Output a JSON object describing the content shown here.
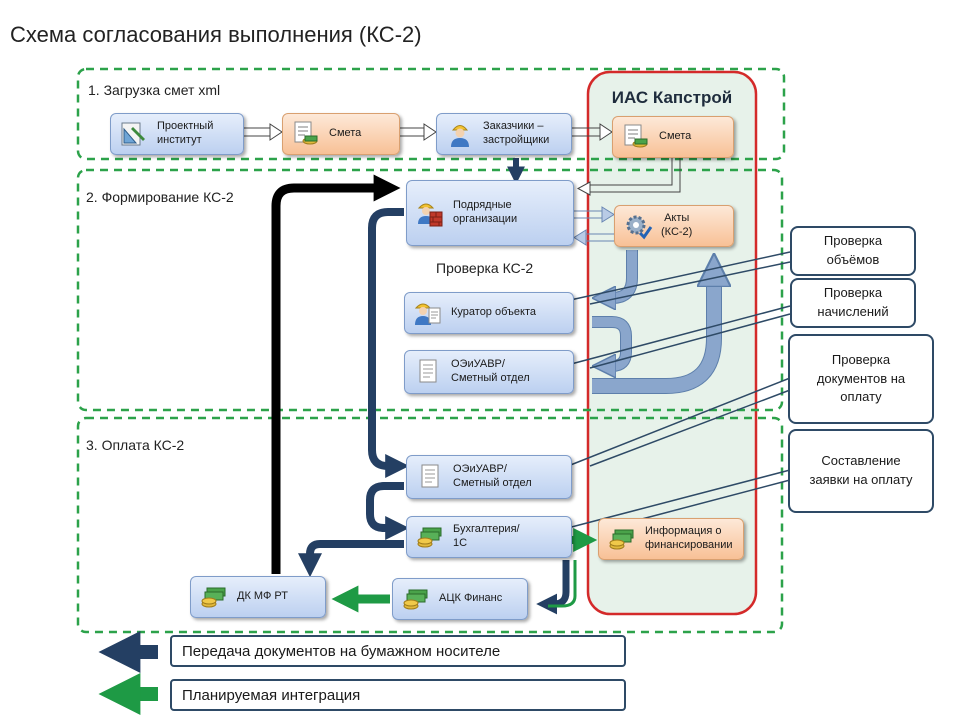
{
  "title": "Схема согласования выполнения (КС-2)",
  "stages": [
    {
      "label": "1. Загрузка смет xml"
    },
    {
      "label": "2. Формирование КС-2"
    },
    {
      "label": "3. Оплата КС-2"
    }
  ],
  "ias": {
    "title": "ИАС Капстрой"
  },
  "check_label": "Проверка КС-2",
  "nodes": {
    "design_institute": {
      "label": "Проектный\nинститут",
      "icon": "design-icon"
    },
    "estimate_1": {
      "label": "Смета",
      "icon": "document-money-icon"
    },
    "customers": {
      "label": "Заказчики –\nзастройщики",
      "icon": "worker-icon"
    },
    "estimate_2": {
      "label": "Смета",
      "icon": "document-money-icon"
    },
    "contractors": {
      "label": "Подрядные\nорганизации",
      "icon": "worker-bricks-icon"
    },
    "acts": {
      "label": "Акты\n(КС-2)",
      "icon": "gear-check-icon"
    },
    "curator": {
      "label": "Куратор объекта",
      "icon": "worker-document-icon"
    },
    "oeiuavr_1": {
      "label": "ОЭиУАВР/\nСметный  отдел",
      "icon": "document-icon"
    },
    "oeiuavr_2": {
      "label": "ОЭиУАВР/\nСметный  отдел",
      "icon": "document-icon"
    },
    "accounting": {
      "label": "Бухгалтерия/\n1С",
      "icon": "money-icon"
    },
    "funding_info": {
      "label": "Информация о\nфинансировании",
      "icon": "money-icon"
    },
    "dk_mf_rt": {
      "label": "ДК МФ РТ",
      "icon": "money-icon"
    },
    "ack_finance": {
      "label": "АЦК Финанс",
      "icon": "money-icon"
    }
  },
  "callouts": {
    "volumes": "Проверка\nобъёмов",
    "charges": "Проверка\nначислений",
    "payment_docs": "Проверка\nдокументов на\nоплату",
    "payment_request": "Составление\nзаявки на оплату"
  },
  "legend": {
    "paper": "Передача документов на бумажном носителе",
    "planned": "Планируемая интеграция"
  },
  "colors": {
    "stage_border": "#2ca24a",
    "ias_border": "#d42a2a",
    "ias_fill": "#e7f2ea",
    "paper_arrow": "#243f63",
    "integration_arrow": "#1e9a45",
    "flow_arrow": "#8aa6cc"
  }
}
